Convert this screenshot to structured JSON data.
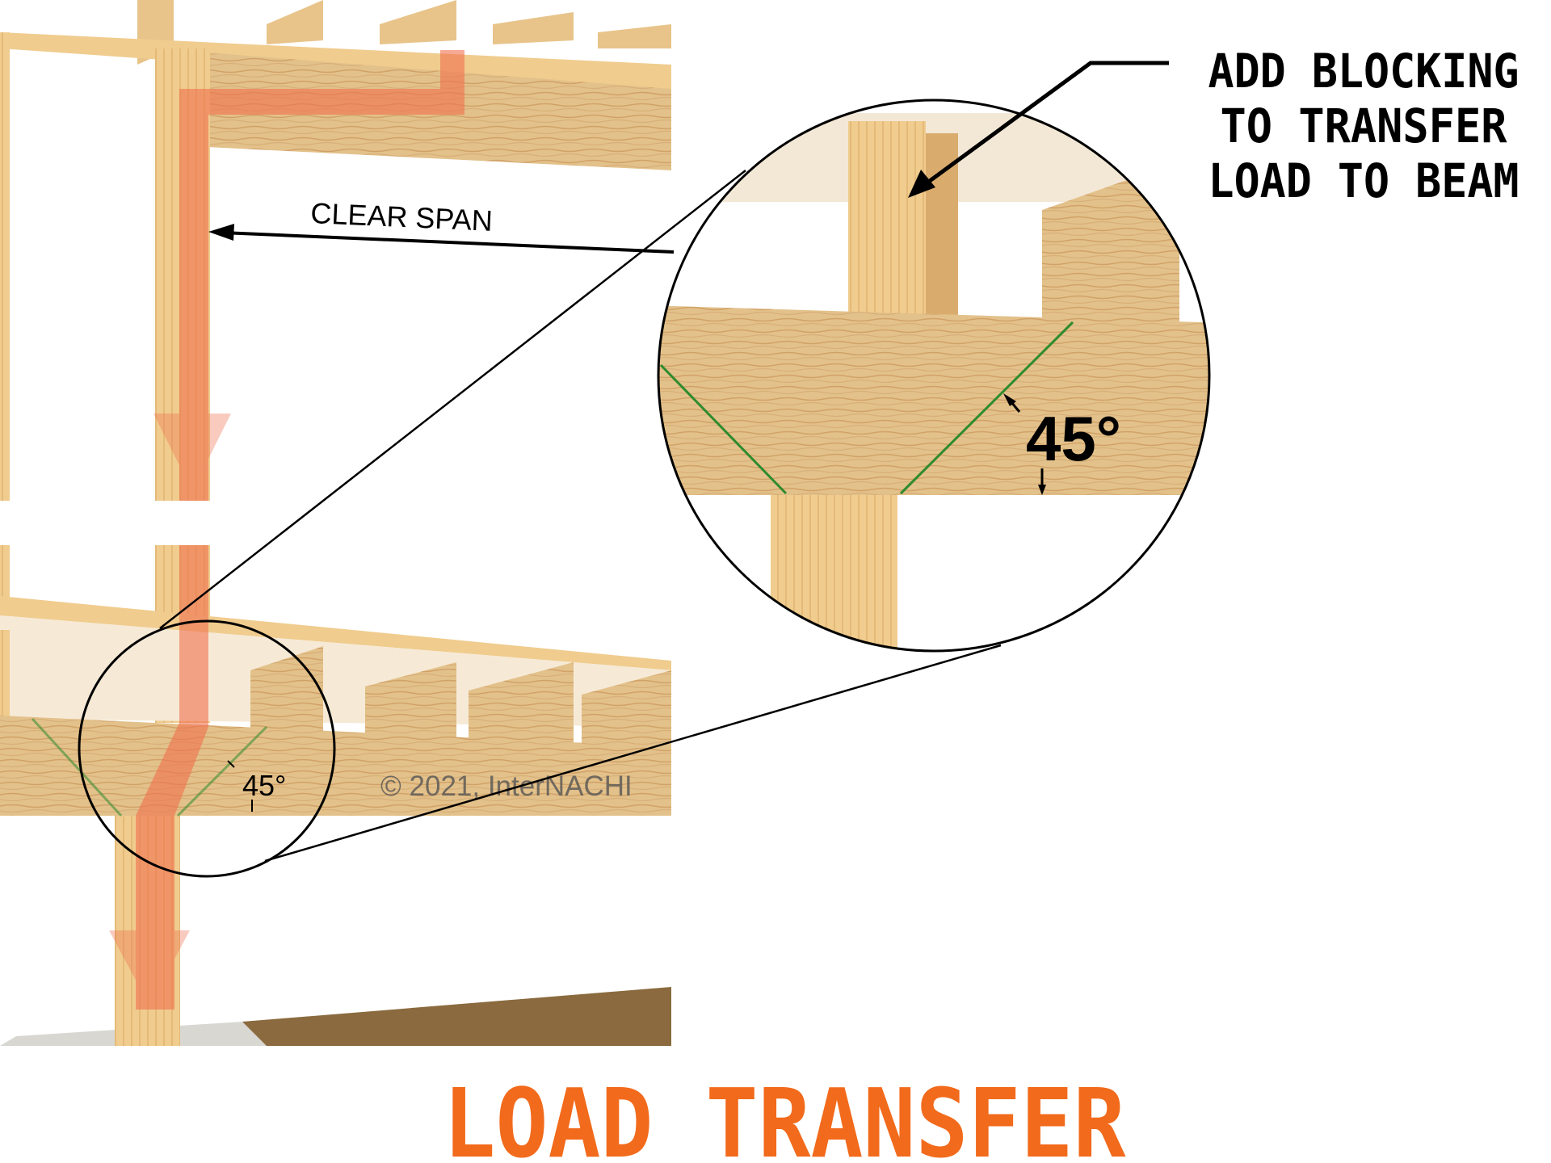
{
  "callout": {
    "line1": "ADD BLOCKING",
    "line2": "TO TRANSFER",
    "line3": "LOAD TO BEAM"
  },
  "labels": {
    "clear_span": "CLEAR SPAN",
    "angle_small": "45°",
    "angle_large": "45°",
    "copyright": "© 2021, InterNACHI"
  },
  "title": "LOAD TRANSFER",
  "colors": {
    "title": "#f26a1b",
    "wood": "#e3bf86",
    "wood_dark": "#c99a5e",
    "load_arrow": "#f0704e",
    "angle_lines": "#2e8b2e",
    "ground": "#8a6a3e"
  }
}
